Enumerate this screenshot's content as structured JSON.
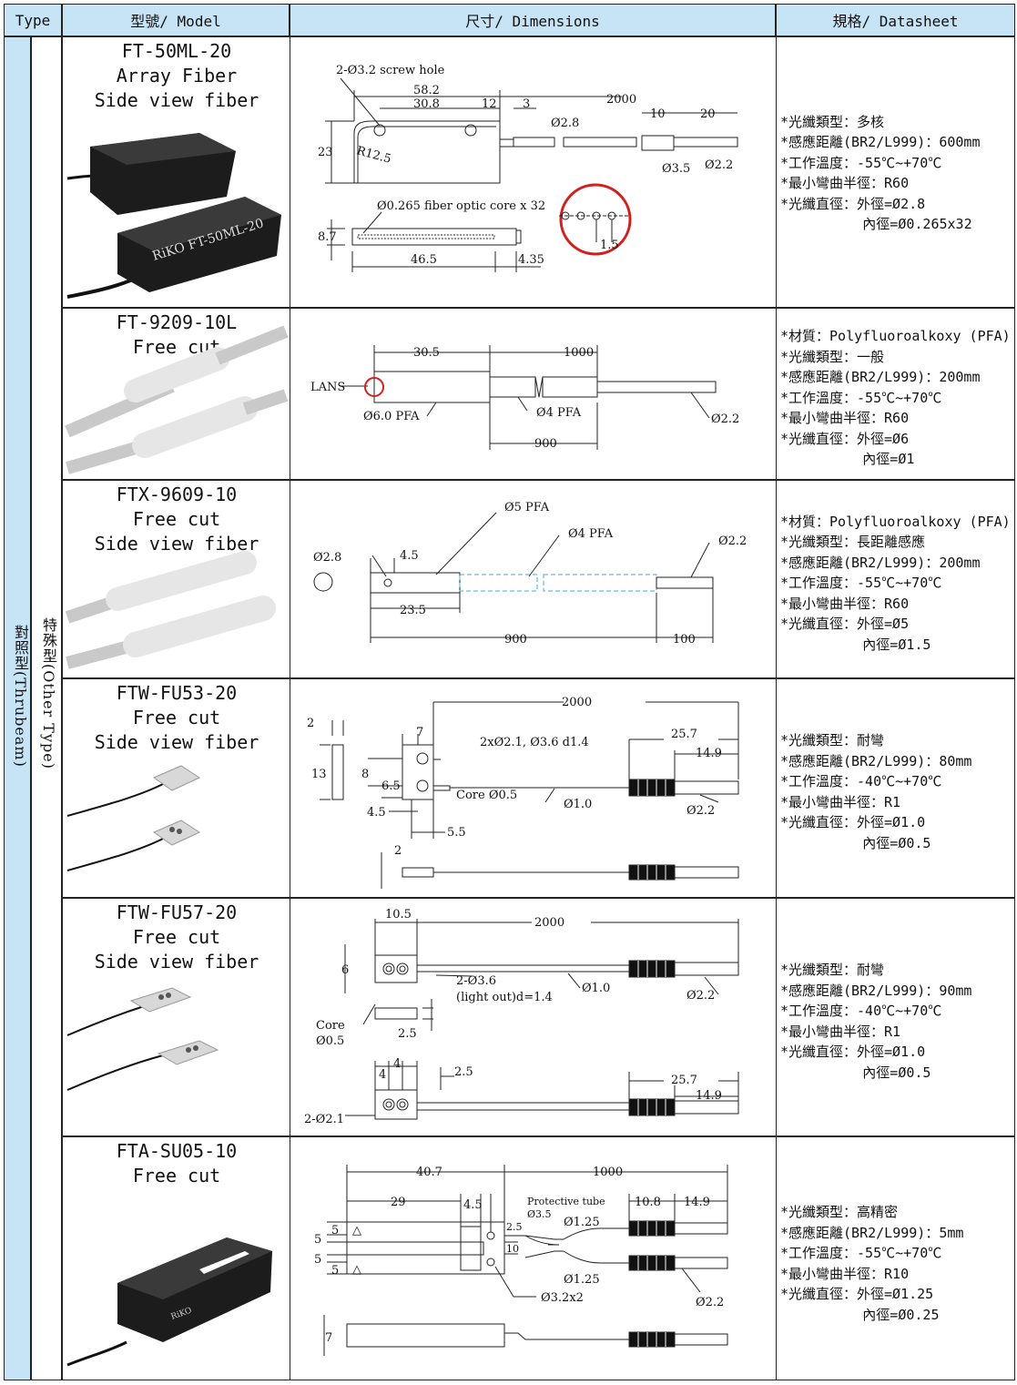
{
  "header": {
    "type": "Type",
    "model": "型號/ Model",
    "dimensions": "尺寸/ Dimensions",
    "datasheet": "規格/ Datasheet"
  },
  "category": {
    "main": "對照型(Thrubeam)",
    "sub": "特殊型(Other Type)"
  },
  "rows": [
    {
      "model": "FT-50ML-20",
      "type_red": "Array Fiber",
      "subtitle": "Side view fiber",
      "dims": {
        "screw": "2-Ø3.2 screw hole",
        "d582": "58.2",
        "d308": "30.8",
        "d12": "12",
        "d3": "3",
        "d2000": "2000",
        "d10": "10",
        "d20": "20",
        "d23": "23",
        "r125": "R12.5",
        "o28": "Ø2.8",
        "o35": "Ø3.5",
        "o22": "Ø2.2",
        "core": "Ø0.265 fiber optic core x 32",
        "d87": "8.7",
        "d465": "46.5",
        "d435": "4.35",
        "d15": "1.5"
      },
      "spec": [
        "*光纖類型：多核",
        "*感應距離(BR2/L999)：600mm",
        "*工作溫度：-55℃~+70℃",
        "*最小彎曲半徑：R60",
        "*光纖直徑：外徑=Ø2.8",
        "          內徑=Ø0.265x32"
      ]
    },
    {
      "model": "FT-9209-10L",
      "type_red": "Free cut",
      "dims": {
        "d305": "30.5",
        "d1000": "1000",
        "lans": "LANS",
        "o6": "Ø6.0 PFA",
        "o4": "Ø4 PFA",
        "o22": "Ø2.2",
        "d900": "900"
      },
      "spec": [
        "*材質：Polyfluoroalkoxy (PFA)",
        "*光纖類型：一般",
        "*感應距離(BR2/L999)：200mm",
        "*工作溫度：-55℃~+70℃",
        "*最小彎曲半徑：R60",
        "*光纖直徑：外徑=Ø6",
        "          內徑=Ø1"
      ]
    },
    {
      "model": "FTX-9609-10",
      "type_red": "Free cut",
      "subtitle": "Side view fiber",
      "dims": {
        "o5": "Ø5 PFA",
        "o4": "Ø4 PFA",
        "o22": "Ø2.2",
        "o28": "Ø2.8",
        "d45": "4.5",
        "d235": "23.5",
        "d900": "900",
        "d100": "100"
      },
      "spec": [
        "*材質：Polyfluoroalkoxy (PFA)",
        "*光纖類型：長距離感應",
        "*感應距離(BR2/L999)：200mm",
        "*工作溫度：-55℃~+70℃",
        "*最小彎曲半徑：R60",
        "*光纖直徑：外徑=Ø5",
        "          內徑=Ø1.5"
      ]
    },
    {
      "model": "FTW-FU53-20",
      "type_red": "Free cut",
      "subtitle": "Side view fiber",
      "dims": {
        "d2000": "2000",
        "d2": "2",
        "d7": "7",
        "holes": "2xØ2.1, Ø3.6 d1.4",
        "d257": "25.7",
        "d149": "14.9",
        "d13": "13",
        "d8": "8",
        "d65": "6.5",
        "core": "Core Ø0.5",
        "o10": "Ø1.0",
        "o22": "Ø2.2",
        "d45": "4.5",
        "d55": "5.5"
      },
      "spec": [
        "*光纖類型：耐彎",
        "*感應距離(BR2/L999)：80mm",
        "*工作溫度：-40℃~+70℃",
        "*最小彎曲半徑：R1",
        "*光纖直徑：外徑=Ø1.0",
        "          內徑=Ø0.5"
      ]
    },
    {
      "model": "FTW-FU57-20",
      "type_red": "Free cut",
      "subtitle": "Side view fiber",
      "dims": {
        "d105": "10.5",
        "d2000": "2000",
        "d6": "6",
        "holes": "2-Ø3.6",
        "light": "(light out)d=1.4",
        "o10": "Ø1.0",
        "o22": "Ø2.2",
        "core": "Core",
        "o05": "Ø0.5",
        "d25": "2.5",
        "d4": "4",
        "d257": "25.7",
        "d149": "14.9",
        "o21": "2-Ø2.1"
      },
      "spec": [
        "*光纖類型：耐彎",
        "*感應距離(BR2/L999)：90mm",
        "*工作溫度：-40℃~+70℃",
        "*最小彎曲半徑：R1",
        "*光纖直徑：外徑=Ø1.0",
        "          內徑=Ø0.5"
      ]
    },
    {
      "model": "FTA-SU05-10",
      "type_red": "Free cut",
      "dims": {
        "d407": "40.7",
        "d1000": "1000",
        "d29": "29",
        "d45": "4.5",
        "tube": "Protective tube",
        "o35": "Ø3.5",
        "d108": "10.8",
        "d149": "14.9",
        "d5": "5",
        "d25": "2.5",
        "d10": "10",
        "o125": "Ø1.25",
        "o32": "Ø3.2x2",
        "o22": "Ø2.2",
        "d7": "7",
        "tri": "△"
      },
      "spec": [
        "*光纖類型：高精密",
        "*感應距離(BR2/L999)：5mm",
        "*工作溫度：-55℃~+70℃",
        "*最小彎曲半徑：R10",
        "*光纖直徑：外徑=Ø1.25",
        "          內徑=Ø0.25"
      ]
    }
  ],
  "colors": {
    "header_bg": "#c7e4f6",
    "red": "#d21f1f",
    "border": "#222222"
  }
}
